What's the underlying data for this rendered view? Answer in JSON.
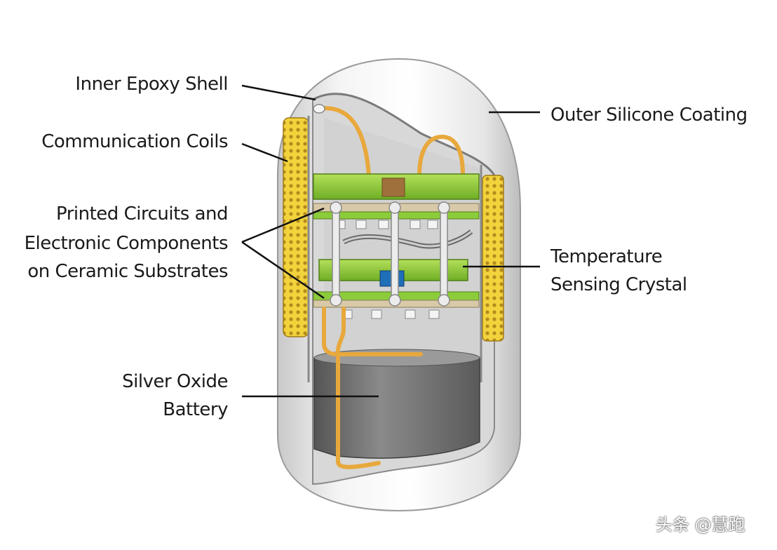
{
  "labels": {
    "inner_epoxy_shell": "Inner Epoxy Shell",
    "communication_coils": "Communication Coils",
    "printed_circuits_line1": "Printed Circuits and",
    "printed_circuits_line2": "Electronic Components",
    "printed_circuits_line3": "on Ceramic Substrates",
    "silver_oxide_line1": "Silver Oxide",
    "silver_oxide_line2": "Battery",
    "outer_silicone_coating": "Outer Silicone Coating",
    "temperature_line1": "Temperature",
    "temperature_line2": "Sensing Crystal"
  },
  "watermark": "头条 @慧跑",
  "colors": {
    "coil_yellow": "#f2d33c",
    "circuit_green": "#8ccc3a",
    "wire_orange": "#e8a83c",
    "battery_gray": "#6e6e6e",
    "shell_gray": "#d6d6d6",
    "crystal_blue": "#1f6fb8",
    "component_brown": "#a0703c"
  }
}
